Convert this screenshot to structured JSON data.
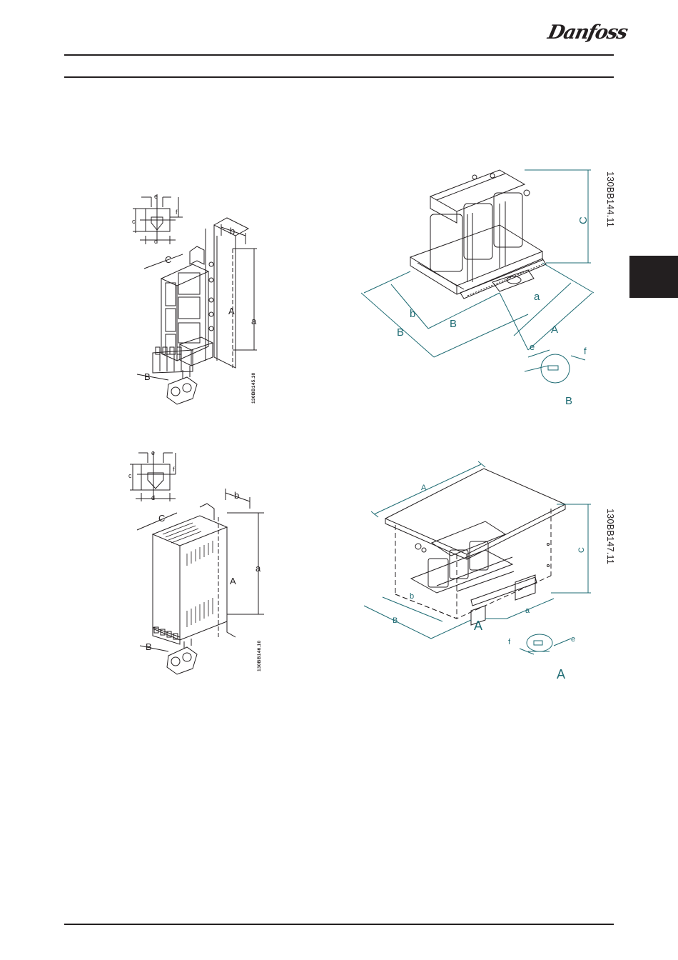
{
  "brand": {
    "logo_text": "Danfoss"
  },
  "figures": [
    {
      "id": "fig1",
      "code": "130BB145.10",
      "labels": {
        "A": "A",
        "B": "B",
        "C": "C",
        "a": "a",
        "b": "b",
        "c": "c",
        "d": "d",
        "e": "e",
        "f": "f"
      }
    },
    {
      "id": "fig2",
      "code": "130BB144.11",
      "labels": {
        "A": "A",
        "B": "B",
        "C": "C",
        "a": "a",
        "b": "b",
        "e": "e",
        "f": "f",
        "detail_main": "B",
        "detail_view": "B",
        "detail_marker": "B"
      }
    },
    {
      "id": "fig3",
      "code": "130BB146.10",
      "labels": {
        "A": "A",
        "B": "B",
        "C": "C",
        "a": "a",
        "b": "b",
        "c": "c",
        "d": "d",
        "e": "e",
        "f": "f"
      }
    },
    {
      "id": "fig4",
      "code": "130BB147.11",
      "labels": {
        "A": "A",
        "B": "B",
        "C": "C",
        "a": "a",
        "b": "b",
        "e": "e",
        "f": "f",
        "detail_marker": "A",
        "detail_view": "A"
      }
    }
  ],
  "colors": {
    "ink": "#231f20",
    "teal": "#1e6b73"
  }
}
